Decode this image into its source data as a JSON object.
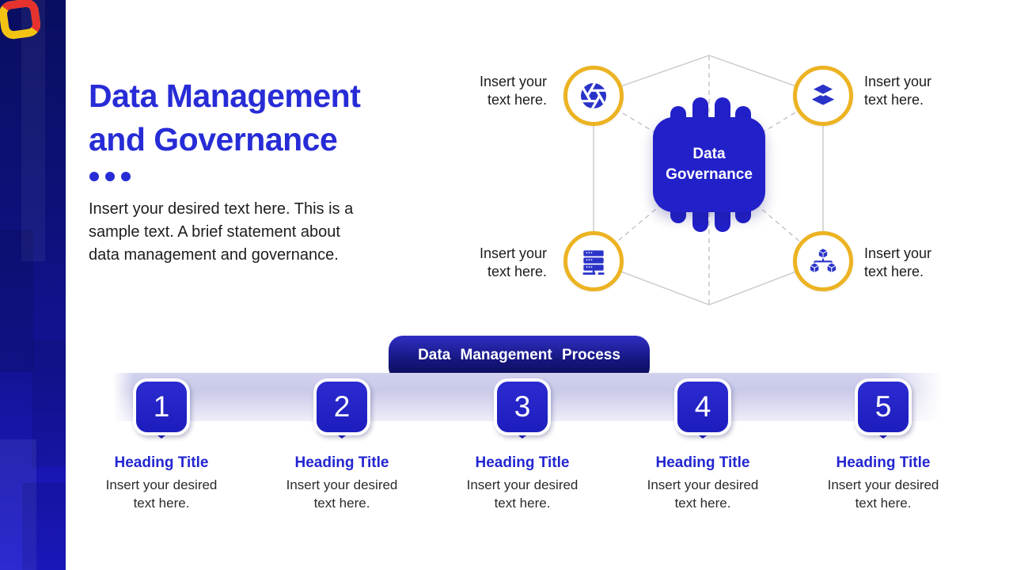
{
  "slide": {
    "title": "Data Management\nand Governance",
    "intro": "Insert your desired text here. This is a\nsample text. A brief statement about\ndata management and governance."
  },
  "diagram": {
    "center": "Data\nGovernance",
    "nodes": [
      {
        "icon": "aperture-icon",
        "label": "Insert your\ntext here."
      },
      {
        "icon": "layers-icon",
        "label": "Insert your\ntext here."
      },
      {
        "icon": "server-icon",
        "label": "Insert your\ntext here."
      },
      {
        "icon": "cubes-icon",
        "label": "Insert your\ntext here."
      }
    ]
  },
  "process": {
    "banner": "Data Management Process",
    "steps": [
      {
        "number": "1",
        "heading": "Heading Title",
        "text": "Insert your desired\ntext here."
      },
      {
        "number": "2",
        "heading": "Heading Title",
        "text": "Insert your desired\ntext here."
      },
      {
        "number": "3",
        "heading": "Heading Title",
        "text": "Insert your desired\ntext here."
      },
      {
        "number": "4",
        "heading": "Heading Title",
        "text": "Insert your desired\ntext here."
      },
      {
        "number": "5",
        "heading": "Heading Title",
        "text": "Insert your desired\ntext here."
      }
    ]
  },
  "colors": {
    "accent_blue": "#272cd6",
    "chip_blue": "#2220c9",
    "icon_blue": "#2a33c8",
    "ring_yellow": "#ecb322",
    "banner_navy": "#0b0b52",
    "bar_lavender": "#cdcdec",
    "sidebar_navy_top": "#0a0e60",
    "sidebar_blue_bottom": "#1c1ace",
    "logo_red": "#e6322e",
    "logo_yellow": "#f2c313"
  }
}
